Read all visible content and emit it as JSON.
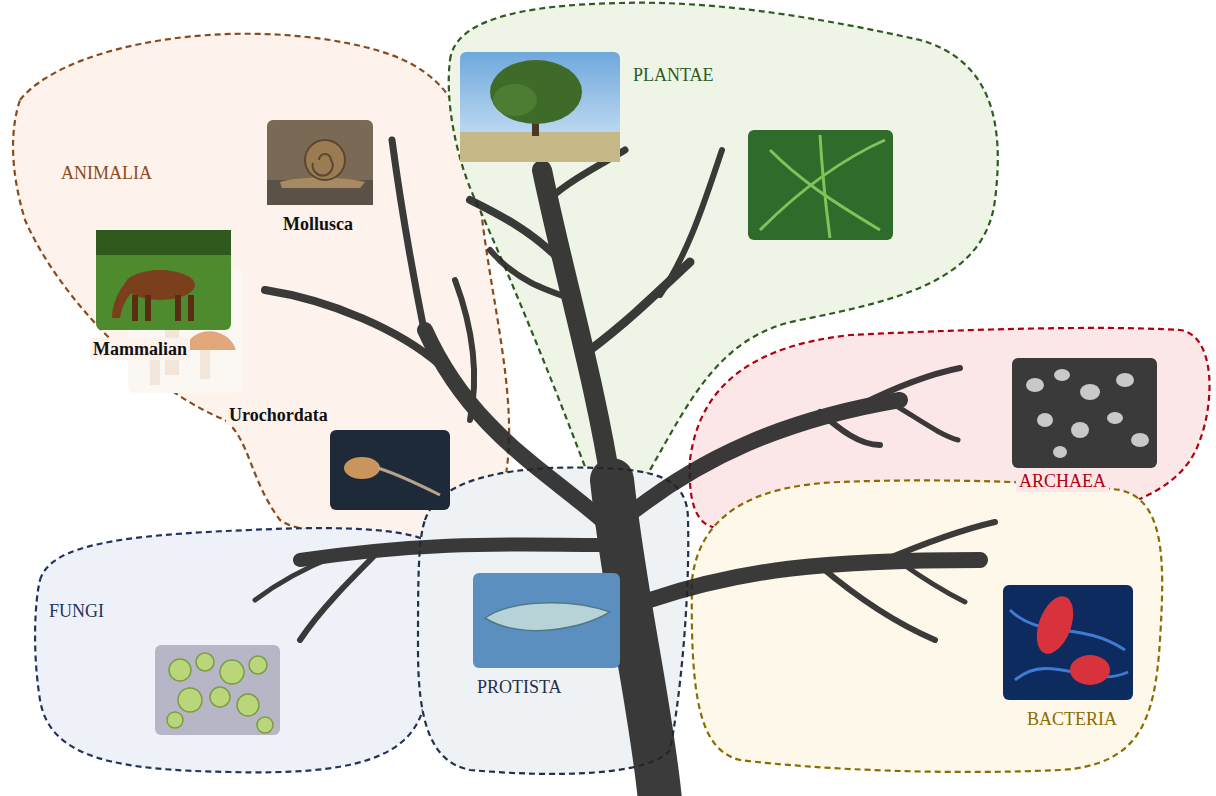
{
  "diagram": {
    "nodes": [
      {
        "text": [
          "ANIMALIA"
        ]
      },
      {
        "text": [
          "Mollusca"
        ],
        "in": 0
      },
      {
        "text": [
          "Mammalian"
        ],
        "in": 0
      },
      {
        "text": [
          "Urochordata"
        ],
        "in": 0
      },
      {
        "text": [
          "PLANTAE"
        ]
      },
      {
        "text": [
          "ARCHAEA"
        ]
      },
      {
        "text": [
          "FUNGI"
        ]
      },
      {
        "text": [
          "PROTISTA"
        ]
      },
      {
        "text": [
          "BACTERIA"
        ]
      }
    ]
  }
}
